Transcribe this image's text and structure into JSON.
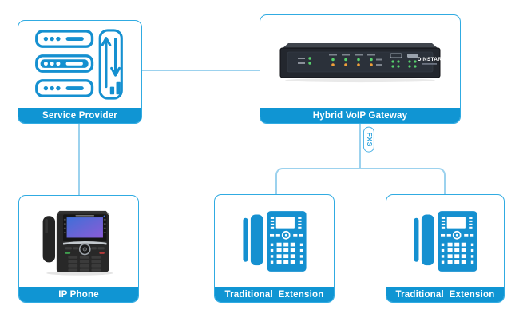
{
  "diagram": {
    "nodes": {
      "service_provider": {
        "label": "Service Provider",
        "icon": "server-stack-icon"
      },
      "gateway": {
        "label": "Hybrid VoIP Gateway",
        "device_brand": "DINSTAR"
      },
      "ip_phone": {
        "label": "IP Phone",
        "icon": "ip-phone-photo"
      },
      "extension1": {
        "label": "Traditional  Extension",
        "icon": "desk-phone-icon"
      },
      "extension2": {
        "label": "Traditional  Extension",
        "icon": "desk-phone-icon"
      }
    },
    "connectors": {
      "fxs_label": "FXS"
    },
    "colors": {
      "node_border": "#30abe2",
      "label_bar": "#1095d3",
      "icon_blue": "#1590d0",
      "connector_line": "#9cd2ee"
    }
  }
}
